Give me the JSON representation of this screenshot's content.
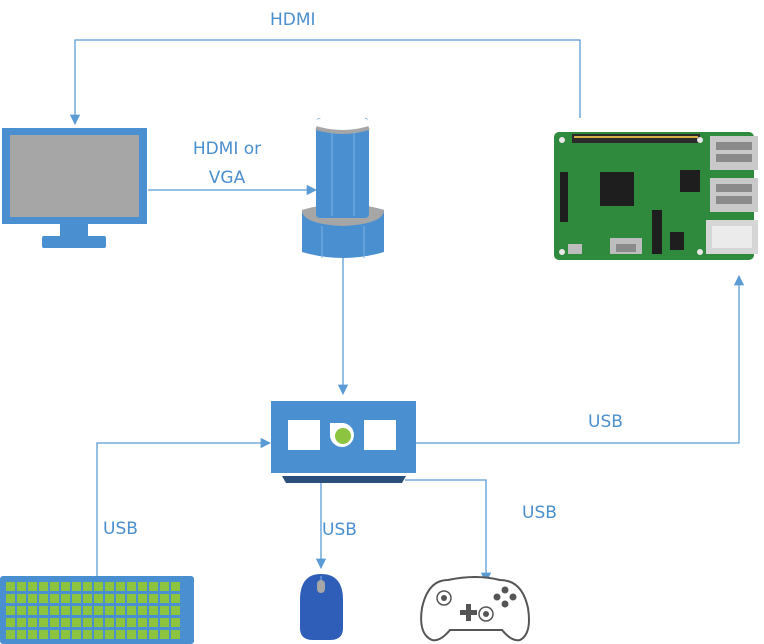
{
  "labels": {
    "hdmi_top": "HDMI",
    "monitor_link_line1": "HDMI or",
    "monitor_link_line2": "VGA",
    "usb_pi": "USB",
    "usb_keyboard": "USB",
    "usb_mouse": "USB",
    "usb_gamepad": "USB"
  },
  "colors": {
    "line": "#5b9bd5",
    "label": "#4a8fce",
    "device_blue": "#4a90d0",
    "device_grey": "#a6a6a6",
    "key_green": "#8cc43f",
    "mouse_blue": "#2f5eb8",
    "pcb_green": "#2f8a3d",
    "led_green": "#8cc43f"
  },
  "icons": {
    "monitor": "monitor-icon",
    "projector": "projector-icon",
    "raspberry_pi": "raspberry-pi-board-icon",
    "usb_hub": "usb-hub-icon",
    "keyboard": "keyboard-icon",
    "mouse": "mouse-icon",
    "gamepad": "gamepad-icon"
  }
}
